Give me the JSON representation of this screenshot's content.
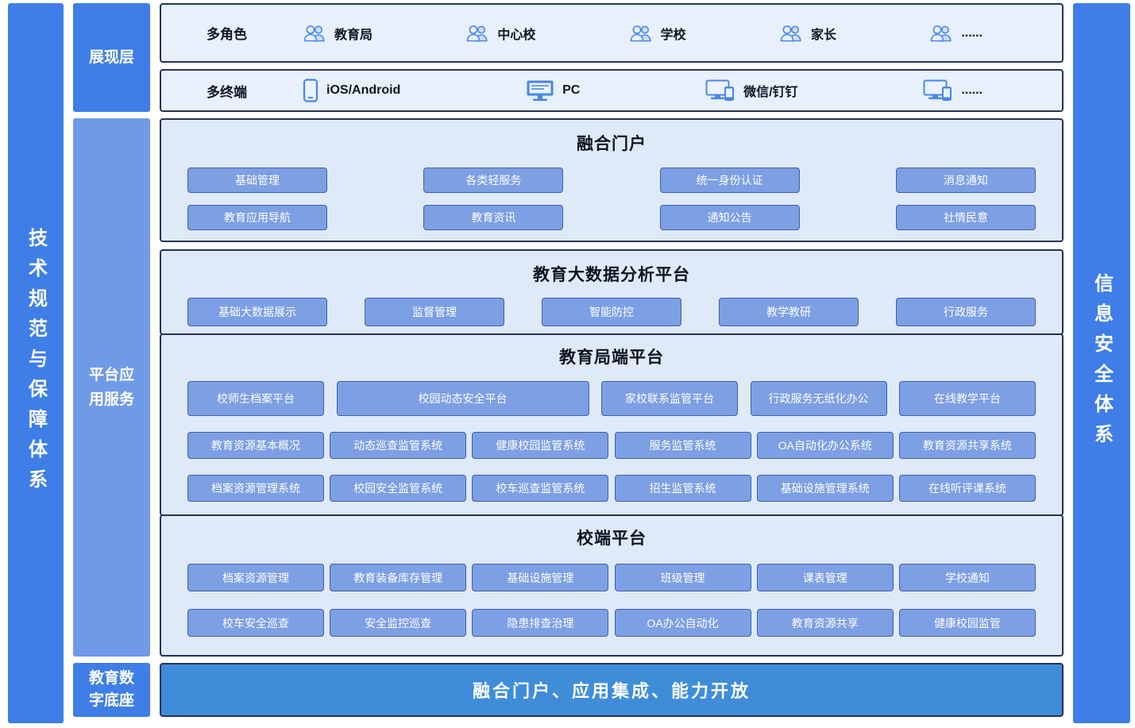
{
  "colors": {
    "side_bar_blue": "#3e7ee6",
    "platform_block_blue": "#6f9ae8",
    "section_background": "#dfeaf8",
    "band_background": "#e7f0fb",
    "module_button_fill": "#7d9fe4",
    "module_button_border": "#3f5fae",
    "dark_border": "#24325c",
    "bottom_bar_blue": "#3f8dd9",
    "icon_blue": "#4a86e8"
  },
  "left_bar": {
    "label": "技术规范与保障体系"
  },
  "right_bar": {
    "label": "信息安全体系"
  },
  "side_column": {
    "presentation": "展现层",
    "platform": "平台应用服务",
    "base": "教育数字底座"
  },
  "roles": {
    "label": "多角色",
    "items": [
      {
        "icon": "users-icon",
        "label": "教育局"
      },
      {
        "icon": "users-icon",
        "label": "中心校"
      },
      {
        "icon": "users-icon",
        "label": "学校"
      },
      {
        "icon": "users-icon",
        "label": "家长"
      },
      {
        "icon": "users-icon",
        "label": "......"
      }
    ]
  },
  "terminals": {
    "label": "多终端",
    "items": [
      {
        "icon": "phone-icon",
        "label": "iOS/Android"
      },
      {
        "icon": "monitor-icon",
        "label": "PC"
      },
      {
        "icon": "monitor-phone-icon",
        "label": "微信/钉钉"
      },
      {
        "icon": "monitor-phone-icon",
        "label": "......"
      }
    ]
  },
  "sections": {
    "portal": {
      "title": "融合门户",
      "rows": [
        [
          "基础管理",
          "各类轻服务",
          "统一身份认证",
          "消息通知"
        ],
        [
          "教育应用导航",
          "教育资讯",
          "通知公告",
          "社情民意"
        ]
      ]
    },
    "bigdata": {
      "title": "教育大数据分析平台",
      "rows": [
        [
          "基础大数据展示",
          "监督管理",
          "智能防控",
          "教学教研",
          "行政服务"
        ]
      ]
    },
    "bureau": {
      "title": "教育局端平台",
      "rows": [
        [
          {
            "label": "校师生档案平台"
          },
          {
            "label": "校园动态安全平台",
            "wide": true
          },
          {
            "label": "家校联系监管平台"
          },
          {
            "label": "行政服务无纸化办公"
          },
          {
            "label": "在线教学平台"
          }
        ],
        [
          "教育资源基本概况",
          "动态巡查监管系统",
          "健康校园监管系统",
          "服务监管系统",
          "OA自动化办公系统",
          "教育资源共享系统"
        ],
        [
          "档案资源管理系统",
          "校园安全监管系统",
          "校车巡查监管系统",
          "招生监管系统",
          "基础设施管理系统",
          "在线听评课系统"
        ]
      ]
    },
    "school": {
      "title": "校端平台",
      "rows": [
        [
          "档案资源管理",
          "教育装备库存管理",
          "基础设施管理",
          "班级管理",
          "课表管理",
          "学校通知"
        ],
        [
          "校车安全巡查",
          "安全监控巡查",
          "隐患排查治理",
          "OA办公自动化",
          "教育资源共享",
          "健康校园监管"
        ]
      ]
    }
  },
  "bottom_bar": {
    "label": "融合门户、应用集成、能力开放"
  }
}
